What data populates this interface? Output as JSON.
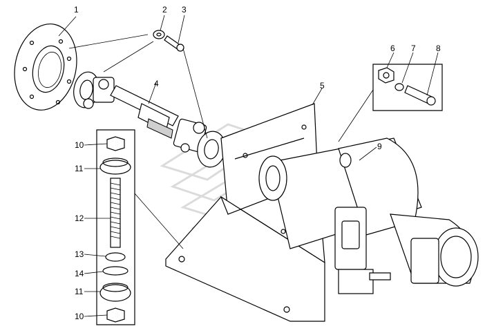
{
  "diagram": {
    "callouts": [
      {
        "id": "c1",
        "label": "1"
      },
      {
        "id": "c2",
        "label": "2"
      },
      {
        "id": "c3",
        "label": "3"
      },
      {
        "id": "c4",
        "label": "4"
      },
      {
        "id": "c5",
        "label": "5"
      },
      {
        "id": "c6",
        "label": "6"
      },
      {
        "id": "c7",
        "label": "7"
      },
      {
        "id": "c8",
        "label": "8"
      },
      {
        "id": "c9",
        "label": "9"
      },
      {
        "id": "c10a",
        "label": "10"
      },
      {
        "id": "c11a",
        "label": "11"
      },
      {
        "id": "c12",
        "label": "12"
      },
      {
        "id": "c13",
        "label": "13"
      },
      {
        "id": "c14",
        "label": "14"
      },
      {
        "id": "c11b",
        "label": "11"
      },
      {
        "id": "c10b",
        "label": "10"
      }
    ]
  }
}
